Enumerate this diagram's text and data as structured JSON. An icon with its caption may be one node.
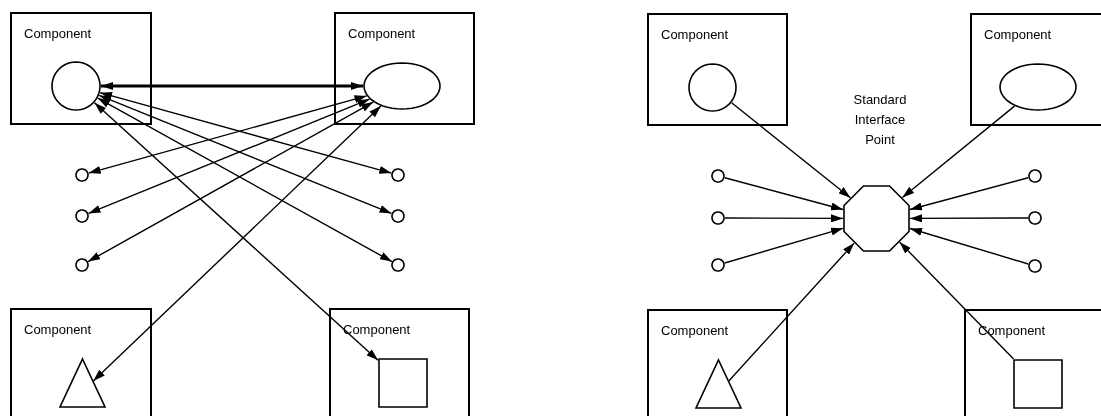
{
  "diagram": {
    "nodes": [
      {
        "text": [
          "Component"
        ]
      },
      {
        "text": [],
        "shape": "circle",
        "in": 0
      },
      {
        "text": [
          "Component"
        ]
      },
      {
        "text": [],
        "shape": "ellipse",
        "in": 2
      },
      {
        "text": [
          "Component"
        ]
      },
      {
        "text": [],
        "shape": "circle",
        "in": 4
      },
      {
        "text": [
          "Component"
        ]
      },
      {
        "text": [],
        "shape": "ellipse",
        "in": 6
      },
      {
        "text": [
          "Standard Interface Point"
        ]
      },
      {
        "text": [],
        "shape": "circle"
      },
      {
        "text": [],
        "shape": "circle"
      },
      {
        "text": [],
        "shape": "circle"
      },
      {
        "text": [],
        "shape": "circle"
      },
      {
        "text": [],
        "shape": "circle"
      },
      {
        "text": [],
        "shape": "circle"
      },
      {
        "text": [],
        "shape": "circle"
      },
      {
        "text": [],
        "shape": "circle"
      },
      {
        "text": [],
        "shape": "circle"
      },
      {
        "text": [],
        "shape": "circle"
      },
      {
        "text": [],
        "shape": "circle"
      },
      {
        "text": [],
        "shape": "circle"
      },
      {
        "text": [
          "Component"
        ]
      },
      {
        "text": [],
        "shape": "triangle",
        "in": 21
      },
      {
        "text": [
          "Component"
        ]
      },
      {
        "text": [],
        "shape": "box",
        "in": 23
      },
      {
        "text": [
          "Component"
        ]
      },
      {
        "text": [],
        "shape": "triangle",
        "in": 25
      },
      {
        "text": [
          "Component"
        ]
      },
      {
        "text": [],
        "shape": "box",
        "in": 27
      }
    ],
    "edges": [
      {
        "from": 1,
        "to": 3,
        "arrow": "both",
        "style": "thick"
      },
      {
        "from": 3,
        "to": 9,
        "arrow": "both"
      },
      {
        "from": 3,
        "to": 10,
        "arrow": "both"
      },
      {
        "from": 3,
        "to": 11,
        "arrow": "both"
      },
      {
        "from": 1,
        "to": 12,
        "arrow": "both"
      },
      {
        "from": 1,
        "to": 13,
        "arrow": "both"
      },
      {
        "from": 1,
        "to": 14,
        "arrow": "both"
      },
      {
        "from": 1,
        "to": 24,
        "arrow": "both"
      },
      {
        "from": 3,
        "to": 22,
        "arrow": "both"
      },
      {
        "from": 5,
        "to": 8,
        "arrow": "to"
      },
      {
        "from": 7,
        "to": 8,
        "arrow": "to"
      },
      {
        "from": 15,
        "to": 8,
        "arrow": "to"
      },
      {
        "from": 16,
        "to": 8,
        "arrow": "to"
      },
      {
        "from": 17,
        "to": 8,
        "arrow": "to"
      },
      {
        "from": 18,
        "to": 8,
        "arrow": "to"
      },
      {
        "from": 19,
        "to": 8,
        "arrow": "to"
      },
      {
        "from": 20,
        "to": 8,
        "arrow": "to"
      },
      {
        "from": 26,
        "to": 8,
        "arrow": "to"
      },
      {
        "from": 28,
        "to": 8,
        "arrow": "to"
      }
    ]
  }
}
